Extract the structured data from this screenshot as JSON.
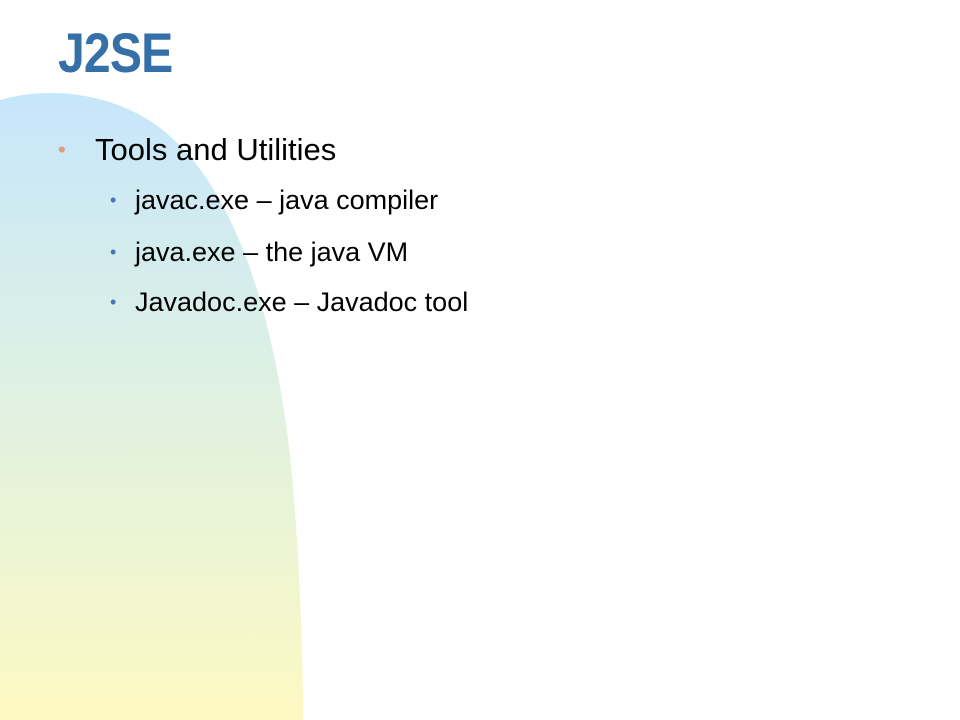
{
  "slide": {
    "title": "J2SE",
    "bullet_main": "Tools and Utilities",
    "sub_items": [
      "javac.exe – java compiler",
      "java.exe – the java VM",
      "Javadoc.exe – Javadoc tool"
    ]
  },
  "colors": {
    "title": "#3670a8",
    "main_bullet": "#e39b7b",
    "sub_bullet": "#4a74b4",
    "arc_top": "#c6e6fb",
    "arc_bottom": "#fdf9c2"
  },
  "icons": {
    "main_bullet": "bullet-icon",
    "sub_bullet": "bullet-icon"
  }
}
